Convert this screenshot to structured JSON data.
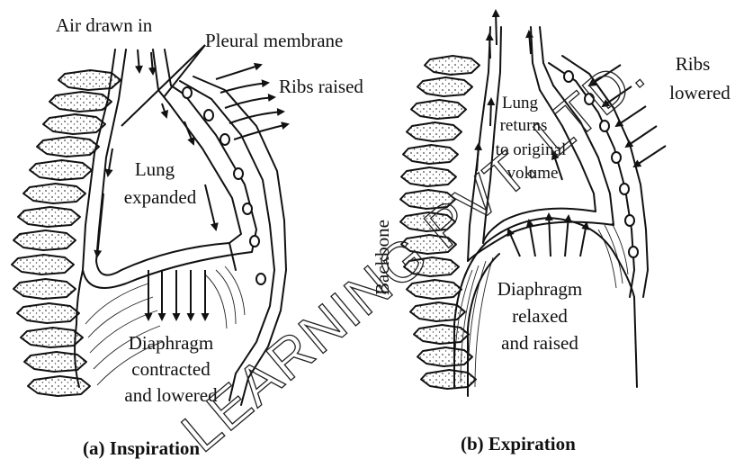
{
  "panel_a": {
    "air_label": "Air drawn in",
    "pleural_label": "Pleural membrane",
    "ribs_label": "Ribs raised",
    "lung_line1": "Lung",
    "lung_line2": "expanded",
    "diaphragm_line1": "Diaphragm",
    "diaphragm_line2": "contracted",
    "diaphragm_line3": "and lowered",
    "caption": "(a) Inspiration"
  },
  "panel_b": {
    "ribs_line1": "Ribs",
    "ribs_line2": "lowered",
    "lung_line1": "Lung",
    "lung_line2": "returns",
    "lung_line3": "to original",
    "lung_line4": "volume",
    "backbone_label": "Backbone",
    "diaphragm_line1": "Diaphragm",
    "diaphragm_line2": "relaxed",
    "diaphragm_line3": "and raised",
    "caption": "(b) Expiration"
  },
  "watermark": "LEARNING PVT. LTD."
}
